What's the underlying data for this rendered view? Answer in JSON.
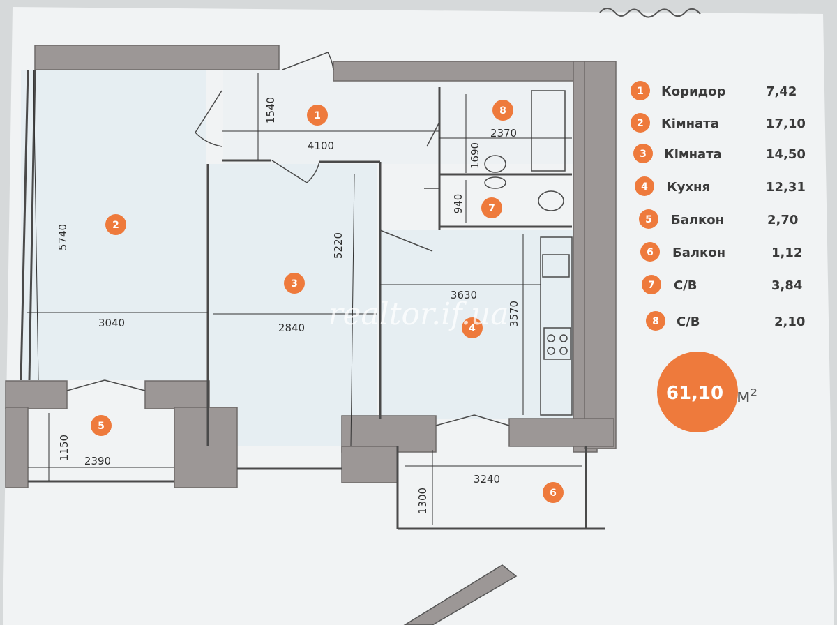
{
  "rooms": [
    {
      "number": "1",
      "name": "Коридор",
      "area": "7,42"
    },
    {
      "number": "2",
      "name": "Кімната",
      "area": "17,10"
    },
    {
      "number": "3",
      "name": "Кімната",
      "area": "14,50"
    },
    {
      "number": "4",
      "name": "Кухня",
      "area": "12,31"
    },
    {
      "number": "5",
      "name": "Балкон",
      "area": "2,70"
    },
    {
      "number": "6",
      "name": "Балкон",
      "area": "1,12"
    },
    {
      "number": "7",
      "name": "С/В",
      "area": "3,84"
    },
    {
      "number": "8",
      "name": "С/В",
      "area": "2,10"
    }
  ],
  "total": {
    "value": "61,10",
    "unit": "м²"
  },
  "watermark": "realtor.if.ua",
  "dimensions": {
    "d5740": "5740",
    "d3040": "3040",
    "d1540": "1540",
    "d4100": "4100",
    "d5220": "5220",
    "d2840": "2840",
    "d2370": "2370",
    "d1690": "1690",
    "d940": "940",
    "d3630": "3630",
    "d3570": "3570",
    "d1150": "1150",
    "d2390": "2390",
    "d1300": "1300",
    "d3240": "3240"
  },
  "colors": {
    "accent": "#ee7a3c",
    "wall": "#9c9796",
    "paper": "#f2f4f5",
    "line": "#3b3b3b"
  }
}
